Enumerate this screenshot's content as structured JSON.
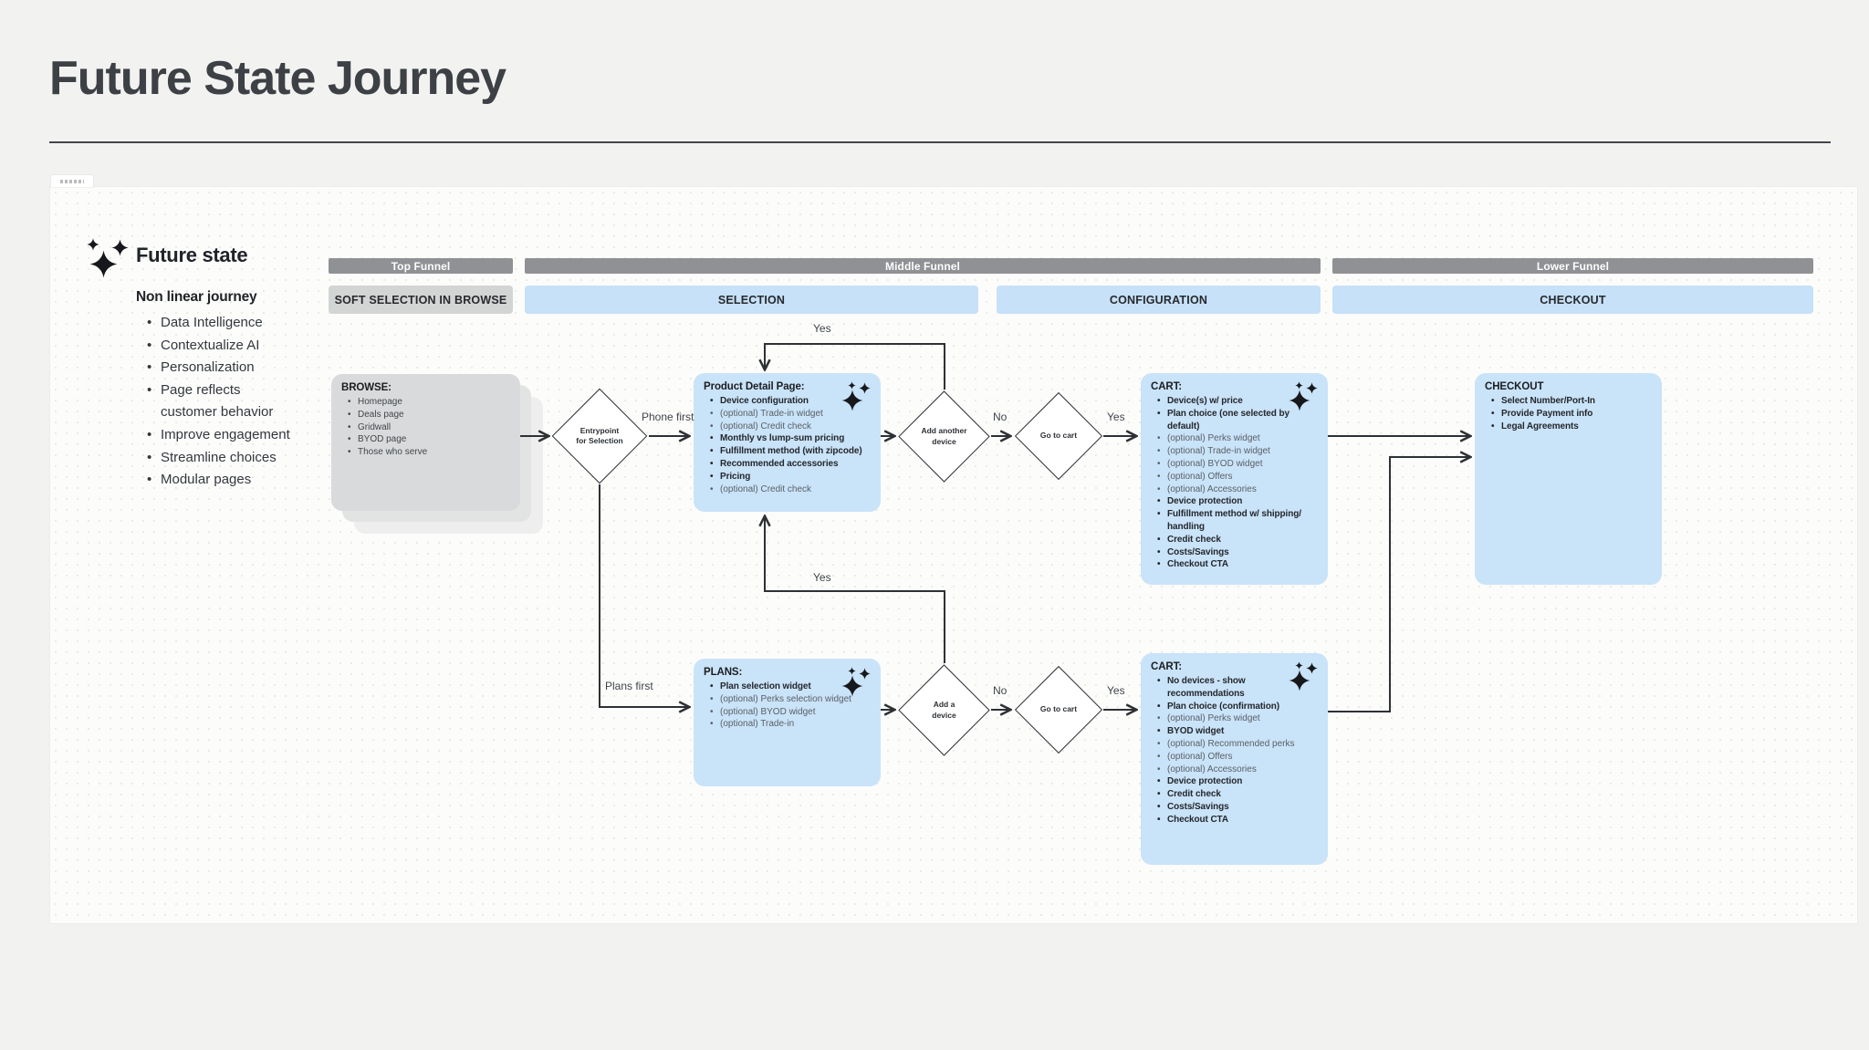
{
  "page": {
    "title": "Future State Journey"
  },
  "legend": {
    "title": "Future state",
    "subtitle": "Non linear journey",
    "items": [
      "Data Intelligence",
      "Contextualize AI",
      "Personalization",
      "Page reflects customer behavior",
      "Improve engagement",
      "Streamline choices",
      "Modular pages"
    ]
  },
  "funnels": {
    "top": "Top Funnel",
    "middle": "Middle Funnel",
    "lower": "Lower Funnel"
  },
  "stages": {
    "browse": "SOFT SELECTION IN BROWSE",
    "selection": "SELECTION",
    "configuration": "CONFIGURATION",
    "checkout": "CHECKOUT"
  },
  "boxes": {
    "browse": {
      "title": "BROWSE:",
      "items": [
        "Homepage",
        "Deals page",
        "Gridwall",
        "BYOD page",
        "Those who serve"
      ]
    },
    "pdp": {
      "title": "Product Detail Page:",
      "items": [
        "Device configuration",
        "(optional) Trade-in widget",
        "(optional) Credit check",
        "Monthly vs lump-sum pricing",
        "Fulfillment method (with zipcode)",
        "Recommended accessories",
        "Pricing",
        "(optional) Credit check"
      ]
    },
    "cart1": {
      "title": "CART:",
      "items": [
        "Device(s) w/ price",
        "Plan choice (one selected by default)",
        "(optional) Perks widget",
        "(optional) Trade-in widget",
        "(optional) BYOD widget",
        "(optional) Offers",
        "(optional) Accessories",
        "Device protection",
        "Fulfillment method w/ shipping/ handling",
        "Credit check",
        "Costs/Savings",
        "Checkout CTA"
      ]
    },
    "checkout": {
      "title": "CHECKOUT",
      "items": [
        "Select Number/Port-In",
        "Provide Payment info",
        "Legal Agreements"
      ]
    },
    "plans": {
      "title": "PLANS:",
      "items": [
        "Plan selection widget",
        "(optional) Perks selection widget",
        "(optional) BYOD widget",
        "(optional) Trade-in"
      ]
    },
    "cart2": {
      "title": "CART:",
      "items": [
        "No devices - show recommendations",
        "Plan choice (confirmation)",
        "(optional) Perks widget",
        "BYOD widget",
        "(optional) Recommended perks",
        "(optional) Offers",
        "(optional) Accessories",
        "Device protection",
        "Credit check",
        "Costs/Savings",
        "Checkout CTA"
      ]
    }
  },
  "diamonds": {
    "entrypoint": "Entrypoint for Selection",
    "add_another_device": "Add another device",
    "go_to_cart_top": "Go to cart",
    "add_a_device": "Add a device",
    "go_to_cart_bottom": "Go to cart"
  },
  "labels": {
    "phone_first": "Phone first",
    "plans_first": "Plans first",
    "yes_loop_top": "Yes",
    "no_top": "No",
    "yes_top": "Yes",
    "yes_loop_bottom": "Yes",
    "no_bottom": "No",
    "yes_bottom": "Yes"
  },
  "colors": {
    "accent_blue": "#c9e3f9",
    "funnel_gray": "#8f9194",
    "stage_gray": "#d3d4d4",
    "browse_gray": "#d9dadb",
    "line": "#2e3134",
    "background": "#f2f2f1"
  }
}
